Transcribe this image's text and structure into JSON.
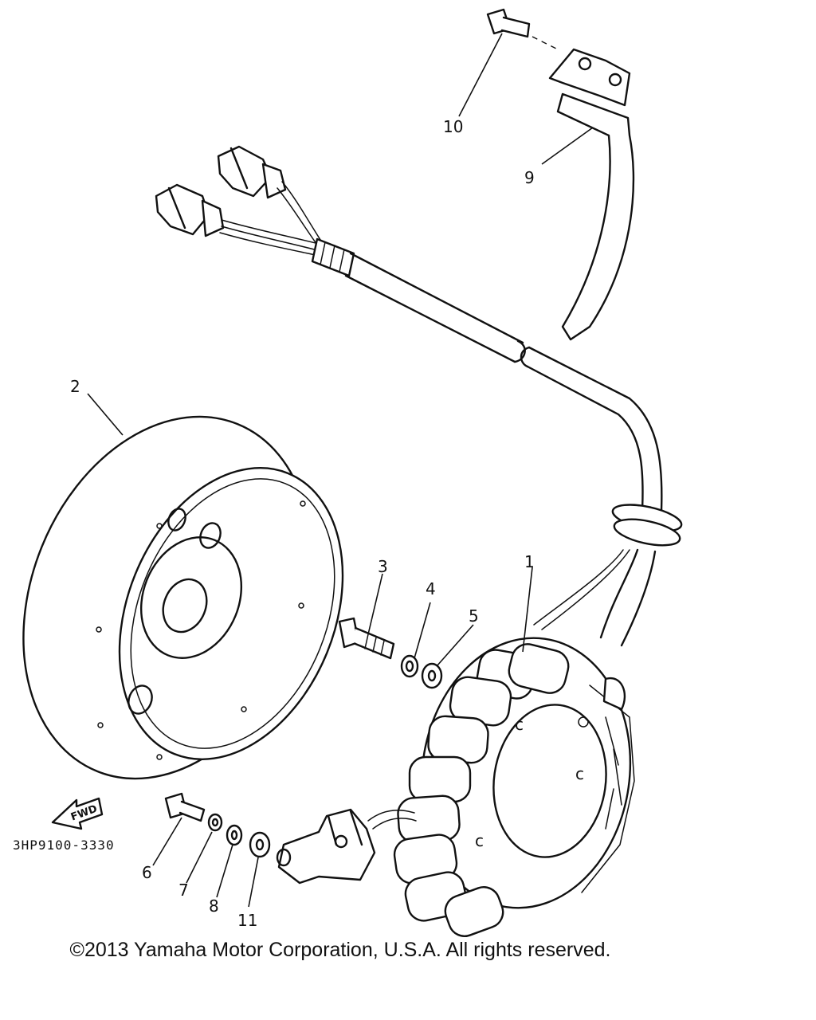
{
  "diagram": {
    "part_numbers": [
      "1",
      "2",
      "3",
      "4",
      "5",
      "6",
      "7",
      "8",
      "9",
      "10",
      "11"
    ],
    "diagram_code": "3HP9100-3330",
    "fwd_label": "FWD"
  },
  "footer": {
    "copyright": "©2013 Yamaha Motor Corporation, U.S.A. All rights reserved."
  }
}
